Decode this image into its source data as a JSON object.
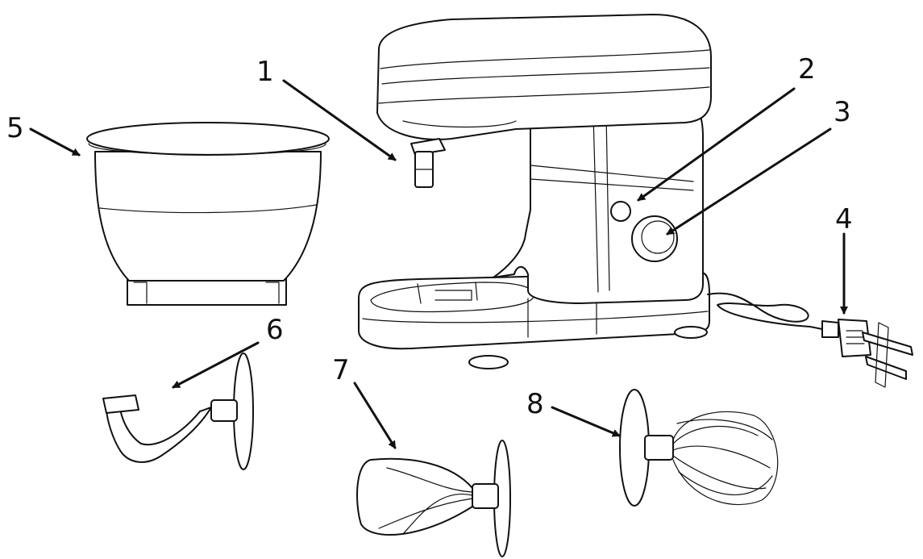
{
  "callouts": [
    {
      "id": "1",
      "label": "1",
      "part": "mixer-head-shaft"
    },
    {
      "id": "2",
      "label": "2",
      "part": "release-button"
    },
    {
      "id": "3",
      "label": "3",
      "part": "speed-knob"
    },
    {
      "id": "4",
      "label": "4",
      "part": "power-plug"
    },
    {
      "id": "5",
      "label": "5",
      "part": "mixing-bowl"
    },
    {
      "id": "6",
      "label": "6",
      "part": "dough-hook"
    },
    {
      "id": "7",
      "label": "7",
      "part": "flat-beater"
    },
    {
      "id": "8",
      "label": "8",
      "part": "whisk"
    }
  ],
  "colors": {
    "line": "#111111",
    "background": "#ffffff"
  }
}
